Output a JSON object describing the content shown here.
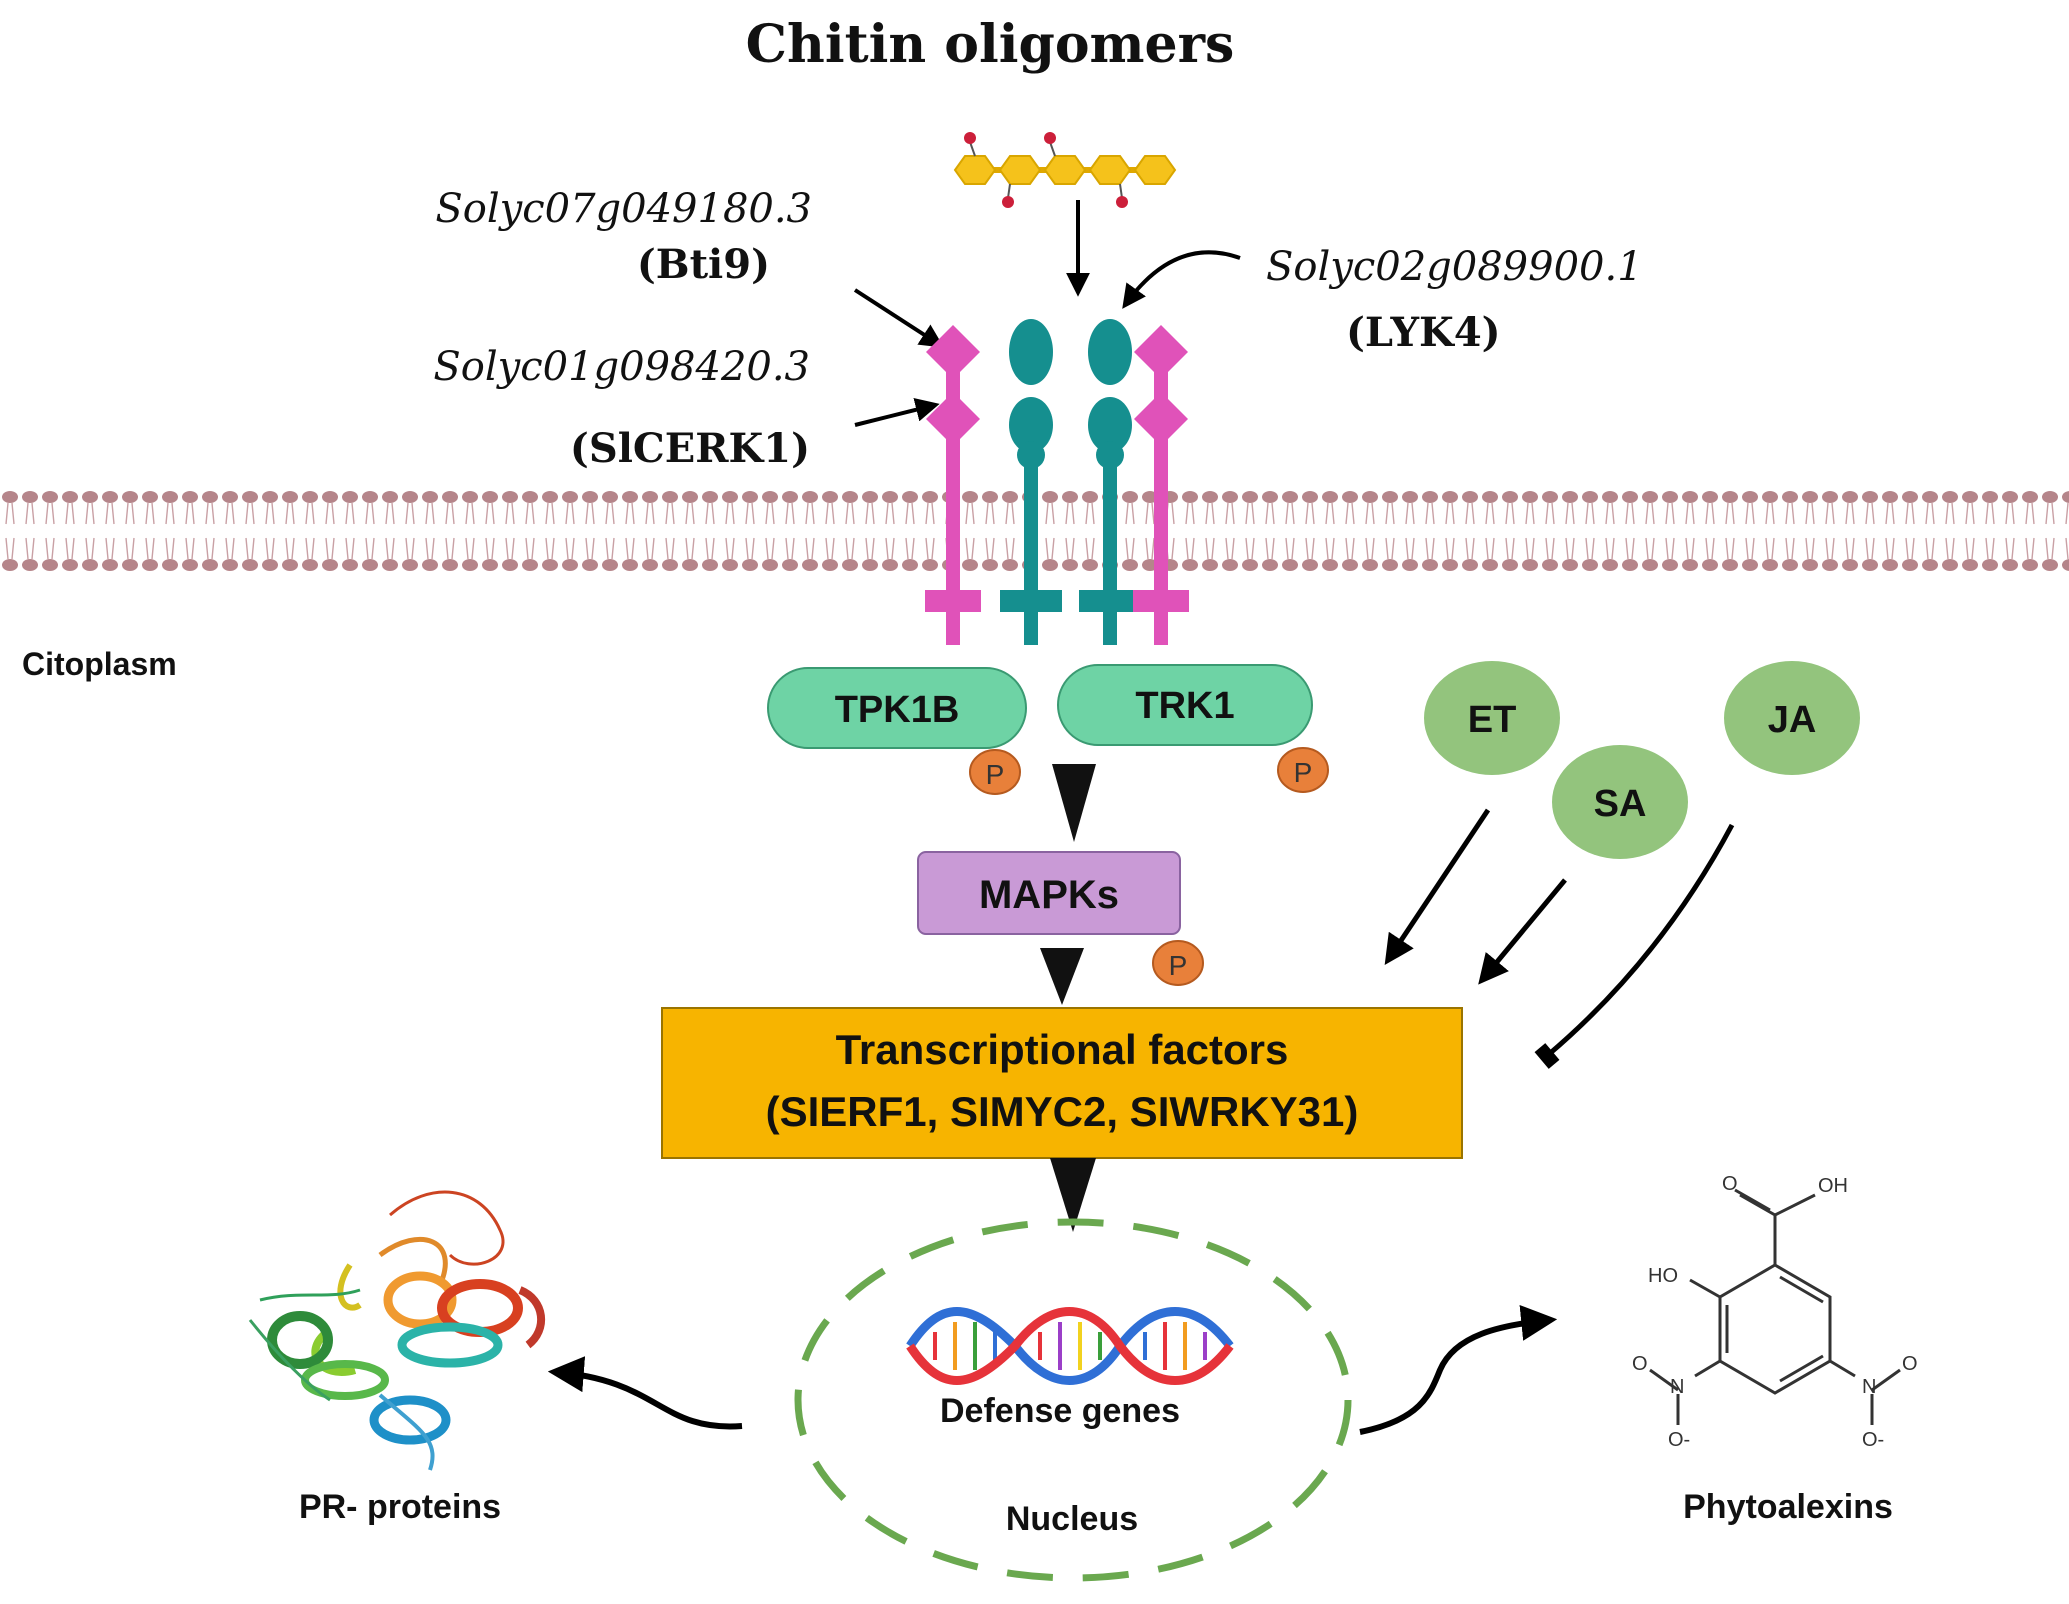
{
  "title": "Chitin oligomers",
  "genes": {
    "bti9": {
      "locus": "Solyc07g049180.3",
      "name": "(Bti9)"
    },
    "slcerk1": {
      "locus": "Solyc01g098420.3",
      "name": "(SlCERK1)"
    },
    "lyk4": {
      "locus": "Solyc02g089900.1",
      "name": "(LYK4)"
    }
  },
  "compartment": {
    "cytoplasm": "Citoplasm",
    "nucleus": "Nucleus"
  },
  "kinases": {
    "tpk1b": "TPK1B",
    "trk1": "TRK1",
    "mapks": "MAPKs",
    "phospho": "P"
  },
  "hormones": {
    "et": "ET",
    "sa": "SA",
    "ja": "JA"
  },
  "tf": {
    "line1": "Transcriptional factors",
    "line2": "(SIERF1, SIMYC2, SIWRKY31)"
  },
  "outputs": {
    "defense_genes": "Defense genes",
    "pr_proteins": "PR- proteins",
    "phytoalexins": "Phytoalexins"
  },
  "molecule_labels": {
    "o": "O",
    "oh": "OH",
    "ho": "HO",
    "n": "N",
    "o_minus": "O-"
  },
  "colors": {
    "teal_receptor": "#158f8f",
    "magenta_receptor": "#e052b9",
    "kinase_fill": "#6ed3a5",
    "mapk_fill": "#c99ad6",
    "hormone_fill": "#93c47d",
    "phospho_fill": "#e8803a",
    "tf_fill": "#f7b400",
    "nucleus_dash": "#6aa84f",
    "membrane": "#b5858a",
    "chitin": "#f5c21b"
  }
}
